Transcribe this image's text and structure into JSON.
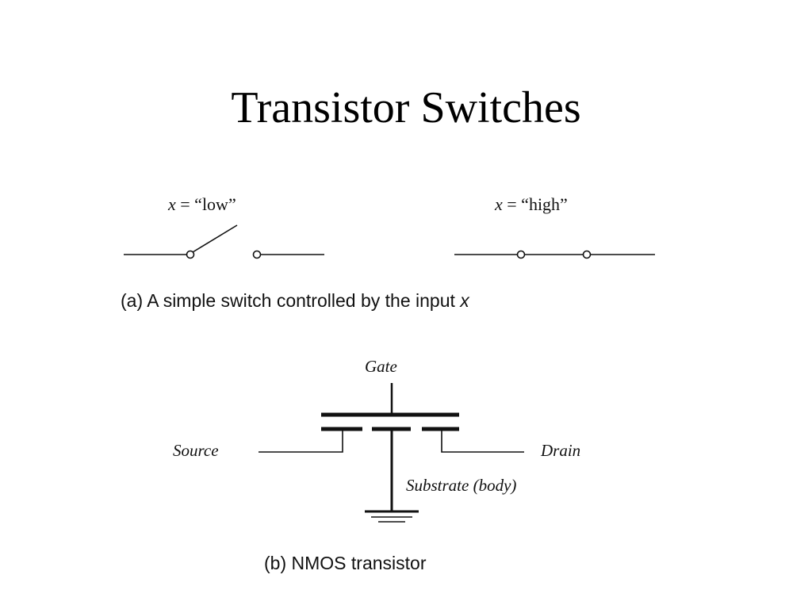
{
  "title": "Transistor Switches",
  "switch_diagram": {
    "low_label": {
      "var": "x",
      "text": " = “low”"
    },
    "high_label": {
      "var": "x",
      "text": " = “high”"
    },
    "caption": {
      "text": "(a) A simple switch controlled by the input ",
      "var": "x"
    }
  },
  "nmos_diagram": {
    "gate": "Gate",
    "source": "Source",
    "drain": "Drain",
    "substrate": "Substrate (body)",
    "caption": "(b) NMOS transistor"
  },
  "colors": {
    "ink": "#111111",
    "background": "#ffffff"
  }
}
